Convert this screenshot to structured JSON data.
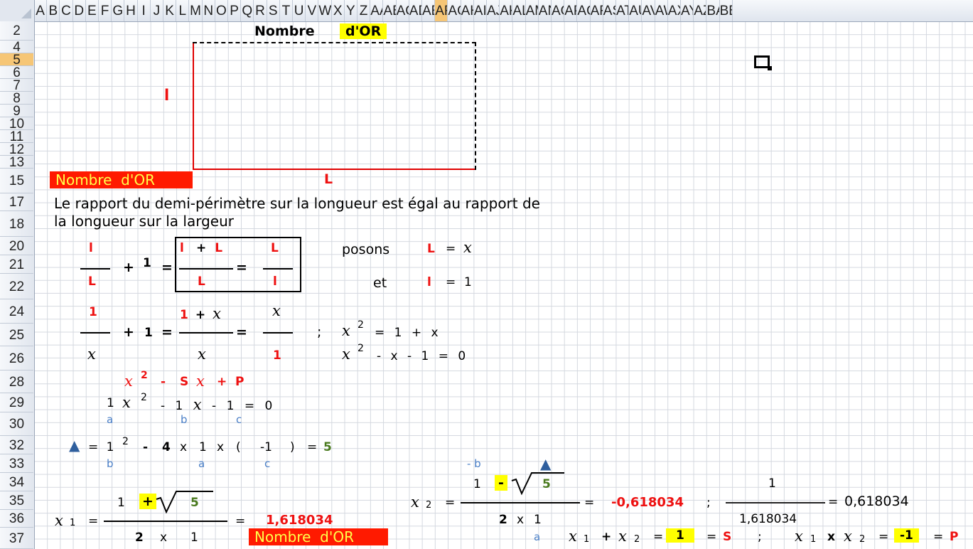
{
  "column_headers": [
    "A",
    "B",
    "C",
    "D",
    "E",
    "F",
    "G",
    "H",
    "I",
    "J",
    "K",
    "L",
    "M",
    "N",
    "O",
    "P",
    "Q",
    "R",
    "S",
    "T",
    "U",
    "V",
    "W",
    "X",
    "Y",
    "Z",
    "AA",
    "AB",
    "AC",
    "AD",
    "AE",
    "AF",
    "AG",
    "AH",
    "AI",
    "AJ",
    "AK",
    "AL",
    "AM",
    "AN",
    "AO",
    "AP",
    "AQ",
    "AR",
    "AS",
    "AT",
    "AU",
    "AV",
    "AW",
    "AX",
    "AY",
    "AZ",
    "BA",
    "BB"
  ],
  "row_headers": [
    {
      "label": "2"
    },
    {
      "label": "4"
    },
    {
      "label": "5"
    },
    {
      "label": "6"
    },
    {
      "label": "7"
    },
    {
      "label": "8"
    },
    {
      "label": "9"
    },
    {
      "label": "10"
    },
    {
      "label": "11"
    },
    {
      "label": "12"
    },
    {
      "label": "13"
    },
    {
      "label": "15"
    },
    {
      "label": "17"
    },
    {
      "label": "18"
    },
    {
      "label": "20"
    },
    {
      "label": "21"
    },
    {
      "label": "22"
    },
    {
      "label": "24"
    },
    {
      "label": "25"
    },
    {
      "label": "26"
    },
    {
      "label": "28"
    },
    {
      "label": "29"
    },
    {
      "label": "30"
    },
    {
      "label": "32"
    },
    {
      "label": "33"
    },
    {
      "label": "34"
    },
    {
      "label": "35"
    },
    {
      "label": "36"
    },
    {
      "label": "37"
    }
  ],
  "title": {
    "word1": "Nombre",
    "word2": "d'OR"
  },
  "rect_labels": {
    "short_side": "l",
    "long_side": "L"
  },
  "banner": "Nombre  d'OR",
  "sentence": {
    "line1": "Le rapport du demi-périmètre sur la longueur est égal au rapport de",
    "line2": "la longueur sur la largeur"
  },
  "eq1": {
    "l": "l",
    "L": "L",
    "plus": "+",
    "one": "1",
    "eq": "=",
    "plus_L": "+ L"
  },
  "posons": {
    "word": "posons",
    "L": "L",
    "eq": "=",
    "x": "x",
    "et": "et",
    "l": "l",
    "one": "1"
  },
  "eq2": {
    "one": "1",
    "x": "x",
    "plus": "+",
    "eq": "=",
    "plus_x": "+ x",
    "semicolon": ";",
    "two": "2",
    "rhs1": "= 1 + x",
    "rhs2": "- x - 1 = 0"
  },
  "quad": {
    "x": "x",
    "two": "2",
    "minus": "-",
    "S": "S",
    "plus": "+",
    "P": "P",
    "one": "1",
    "minus_one": "- 1 x - 1 = 0",
    "a": "a",
    "b": "b",
    "c": "c"
  },
  "delta": {
    "symbol": "▲",
    "eq": "= 1",
    "two": "2",
    "minus": "-",
    "four": "4",
    "times": "x",
    "one": "1",
    "paren_open": "(",
    "neg_one": "-1",
    "paren_close": ")",
    "eq2": "=",
    "five": "5",
    "b": "b",
    "a": "a",
    "c": "c"
  },
  "x1": {
    "x": "x",
    "sub": "1",
    "eq": "=",
    "one": "1",
    "plus": "+",
    "five": "5",
    "two": "2",
    "times": "x",
    "denom_one": "1",
    "eq2": "=",
    "value": "1,618034",
    "banner": "Nombre  d'OR"
  },
  "x2": {
    "neg_b": "- b",
    "delta_symbol": "▲",
    "x": "x",
    "sub": "2",
    "eq": "=",
    "one": "1",
    "minus": "-",
    "five": "5",
    "two": "2",
    "times": "x",
    "denom_one": "1",
    "eq2": "=",
    "value": "-0,618034",
    "semicolon": ";",
    "num_one": "1",
    "denom": "1,618034",
    "eq3": "=",
    "value2": "0,618034"
  },
  "sum_product": {
    "a": "a",
    "x": "x",
    "sub1": "1",
    "plus": "+",
    "sub2": "2",
    "eq": "=",
    "one": "1",
    "S": "S",
    "semicolon": ";",
    "times": "x",
    "neg_one": "-1",
    "P": "P"
  }
}
